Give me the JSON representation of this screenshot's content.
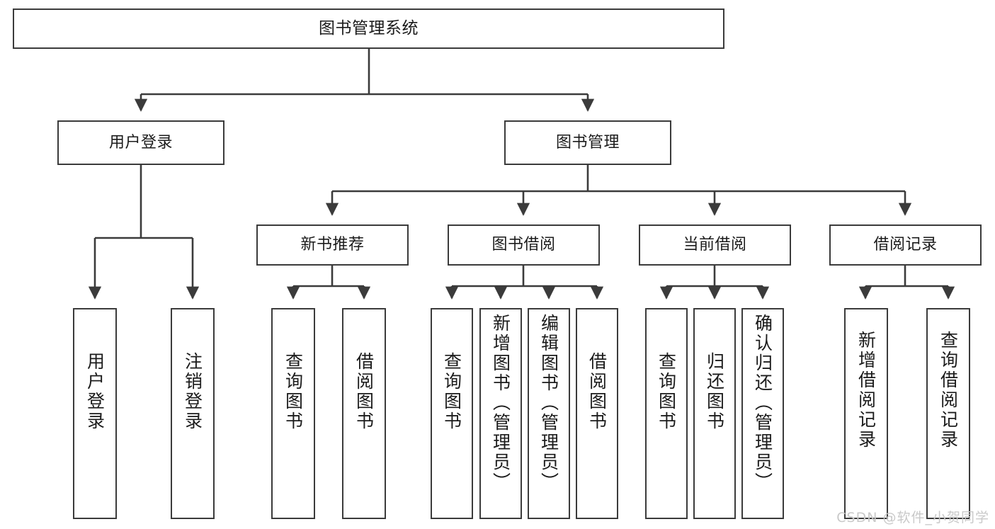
{
  "diagram": {
    "title": "图书管理系统",
    "type": "hierarchy-tree",
    "colors": {
      "stroke": "#3b3b3b",
      "fill": "#ffffff",
      "text": "#1b1b1b",
      "watermark": "#c9c9c9"
    },
    "levels": {
      "root": {
        "label": "图书管理系统"
      },
      "level2": [
        {
          "label": "用户登录"
        },
        {
          "label": "图书管理"
        }
      ],
      "level3": [
        {
          "label": "新书推荐"
        },
        {
          "label": "图书借阅"
        },
        {
          "label": "当前借阅"
        },
        {
          "label": "借阅记录"
        }
      ],
      "leaves": {
        "user_login": [
          {
            "label": "用户登录"
          },
          {
            "label": "注销登录"
          }
        ],
        "new_book_recommend": [
          {
            "label": "查询图书"
          },
          {
            "label": "借阅图书"
          }
        ],
        "book_borrow": [
          {
            "label": "查询图书"
          },
          {
            "label": "新增图书（管理员）"
          },
          {
            "label": "编辑图书（管理员）"
          },
          {
            "label": "借阅图书"
          }
        ],
        "current_borrow": [
          {
            "label": "查询图书"
          },
          {
            "label": "归还图书"
          },
          {
            "label": "确认归还（管理员）"
          }
        ],
        "borrow_record": [
          {
            "label": "新增借阅记录"
          },
          {
            "label": "查询借阅记录"
          }
        ]
      }
    },
    "watermark": "CSDN @软件_小贺同学"
  }
}
